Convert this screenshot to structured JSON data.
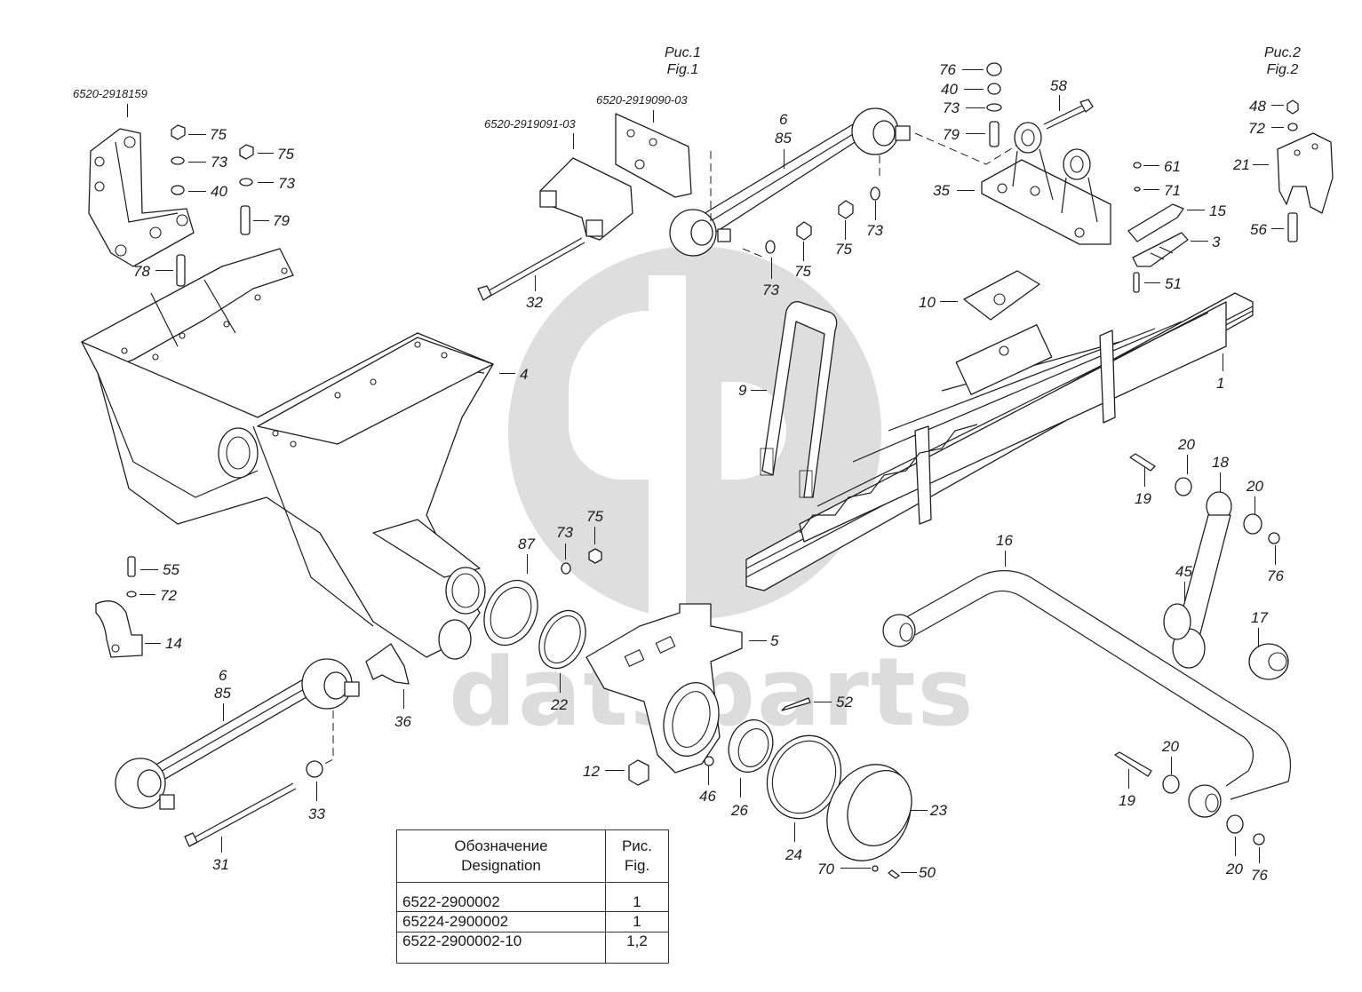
{
  "diagram": {
    "type": "exploded-parts-diagram",
    "watermark": {
      "text": "datsparts",
      "logo": "dp-logo-circle",
      "color": "#dcdcdc"
    },
    "figure_titles": [
      {
        "id": "fig1",
        "ru": "Рис.1",
        "en": "Fig.1"
      },
      {
        "id": "fig2",
        "ru": "Рис.2",
        "en": "Fig.2"
      }
    ],
    "assembly_codes": [
      {
        "id": "bracket-left",
        "text": "6520-2918159"
      },
      {
        "id": "bracket-rear",
        "text": "6520-2919091-03"
      },
      {
        "id": "plate-top",
        "text": "6520-2919090-03"
      }
    ],
    "callouts": [
      {
        "id": "c75a",
        "text": "75"
      },
      {
        "id": "c73a",
        "text": "73"
      },
      {
        "id": "c40a",
        "text": "40"
      },
      {
        "id": "c75b",
        "text": "75"
      },
      {
        "id": "c73b",
        "text": "73"
      },
      {
        "id": "c79a",
        "text": "79"
      },
      {
        "id": "c78",
        "text": "78"
      },
      {
        "id": "c4",
        "text": "4"
      },
      {
        "id": "c32",
        "text": "32"
      },
      {
        "id": "c6a",
        "text": "6"
      },
      {
        "id": "c85a",
        "text": "85"
      },
      {
        "id": "c73c",
        "text": "73"
      },
      {
        "id": "c75c",
        "text": "75"
      },
      {
        "id": "c75d",
        "text": "75"
      },
      {
        "id": "c73d",
        "text": "73"
      },
      {
        "id": "c76a",
        "text": "76"
      },
      {
        "id": "c40b",
        "text": "40"
      },
      {
        "id": "c73e",
        "text": "73"
      },
      {
        "id": "c79b",
        "text": "79"
      },
      {
        "id": "c58",
        "text": "58"
      },
      {
        "id": "c35",
        "text": "35"
      },
      {
        "id": "c61",
        "text": "61"
      },
      {
        "id": "c71",
        "text": "71"
      },
      {
        "id": "c15",
        "text": "15"
      },
      {
        "id": "c3",
        "text": "3"
      },
      {
        "id": "c51",
        "text": "51"
      },
      {
        "id": "c48",
        "text": "48"
      },
      {
        "id": "c72a",
        "text": "72"
      },
      {
        "id": "c21",
        "text": "21"
      },
      {
        "id": "c56",
        "text": "56"
      },
      {
        "id": "c10",
        "text": "10"
      },
      {
        "id": "c1",
        "text": "1"
      },
      {
        "id": "c9",
        "text": "9"
      },
      {
        "id": "c19a",
        "text": "19"
      },
      {
        "id": "c20a",
        "text": "20"
      },
      {
        "id": "c18",
        "text": "18"
      },
      {
        "id": "c20b",
        "text": "20"
      },
      {
        "id": "c76b",
        "text": "76"
      },
      {
        "id": "c45",
        "text": "45"
      },
      {
        "id": "c17",
        "text": "17"
      },
      {
        "id": "c16",
        "text": "16"
      },
      {
        "id": "c55",
        "text": "55"
      },
      {
        "id": "c72b",
        "text": "72"
      },
      {
        "id": "c14",
        "text": "14"
      },
      {
        "id": "c73f",
        "text": "73"
      },
      {
        "id": "c75e",
        "text": "75"
      },
      {
        "id": "c87",
        "text": "87"
      },
      {
        "id": "c22",
        "text": "22"
      },
      {
        "id": "c5",
        "text": "5"
      },
      {
        "id": "c36",
        "text": "36"
      },
      {
        "id": "c6b",
        "text": "6"
      },
      {
        "id": "c85b",
        "text": "85"
      },
      {
        "id": "c33",
        "text": "33"
      },
      {
        "id": "c31",
        "text": "31"
      },
      {
        "id": "c12",
        "text": "12"
      },
      {
        "id": "c46",
        "text": "46"
      },
      {
        "id": "c52",
        "text": "52"
      },
      {
        "id": "c26",
        "text": "26"
      },
      {
        "id": "c24",
        "text": "24"
      },
      {
        "id": "c23",
        "text": "23"
      },
      {
        "id": "c70",
        "text": "70"
      },
      {
        "id": "c50",
        "text": "50"
      },
      {
        "id": "c19b",
        "text": "19"
      },
      {
        "id": "c20c",
        "text": "20"
      },
      {
        "id": "c20d",
        "text": "20"
      },
      {
        "id": "c76c",
        "text": "76"
      }
    ],
    "designation_table": {
      "header_col1_ru": "Обозначение",
      "header_col1_en": "Designation",
      "header_col2_ru": "Рис.",
      "header_col2_en": "Fig.",
      "rows": [
        {
          "designation": "6522-2900002",
          "figure": "1"
        },
        {
          "designation": "65224-2900002",
          "figure": "1"
        },
        {
          "designation": "6522-2900002-10",
          "figure": "1,2"
        }
      ]
    }
  }
}
